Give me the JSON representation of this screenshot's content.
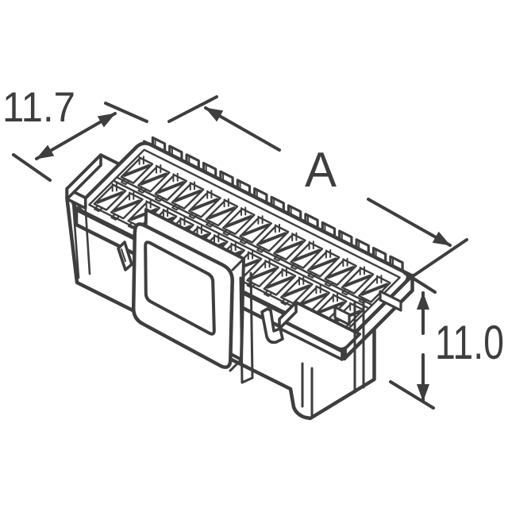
{
  "drawing": {
    "kind": "isometric technical line drawing",
    "subject": "rectangular multi-position connector housing with mounting flanges and latch plate",
    "background_color": "#ffffff",
    "line_color": "#3e3e3e",
    "positions_per_row": 15,
    "cavity_rows": 2
  },
  "dimensions": {
    "width": {
      "label": "11.7"
    },
    "length": {
      "label": "A"
    },
    "height": {
      "label": "11.0"
    }
  }
}
